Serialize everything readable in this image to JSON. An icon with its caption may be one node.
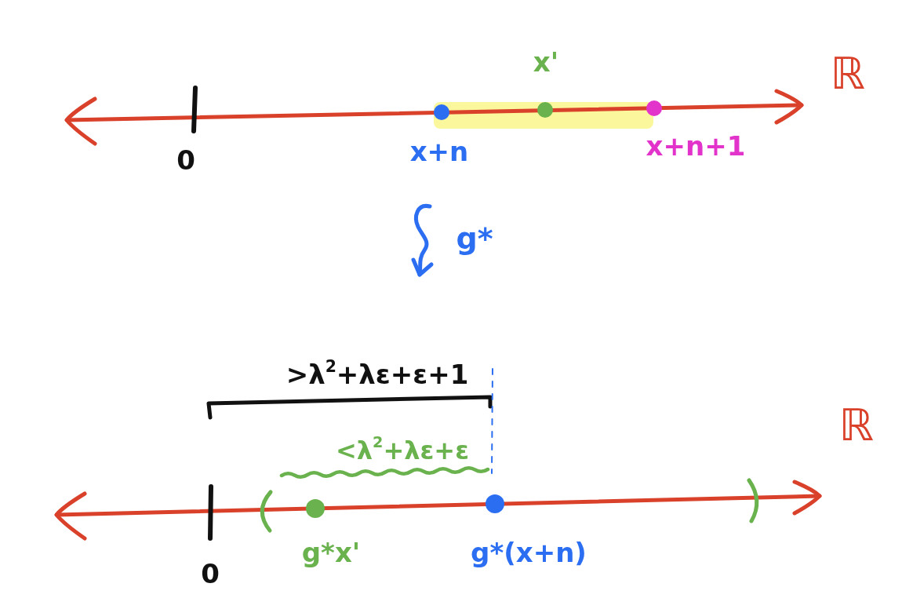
{
  "diagram": {
    "labels": [
      "x'",
      "ℝ",
      "x+n",
      "x+n+1",
      "0",
      "g*",
      ">λ$^{2}$+λε+ε+1",
      "ℝ",
      "<λ$^{2}$+λε+ε",
      "g*x'",
      "g*(x+n)",
      "0"
    ]
  }
}
